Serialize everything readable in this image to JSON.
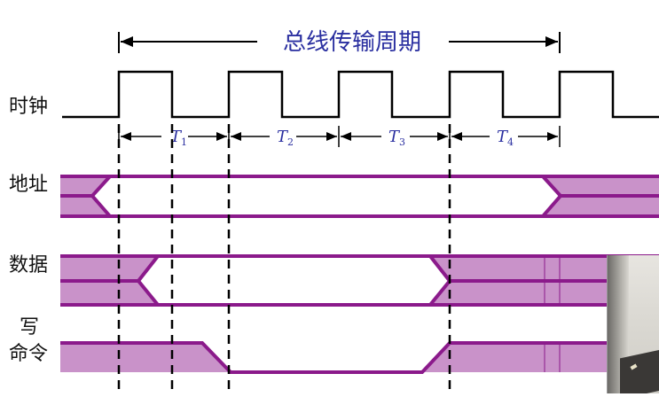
{
  "title": "总线传输周期",
  "signals": {
    "clock": "时钟",
    "address": "地址",
    "data": "数据",
    "write_cmd_line1": "写",
    "write_cmd_line2": "命令"
  },
  "periods": [
    {
      "base": "T",
      "sub": "1"
    },
    {
      "base": "T",
      "sub": "2"
    },
    {
      "base": "T",
      "sub": "3"
    },
    {
      "base": "T",
      "sub": "4"
    }
  ],
  "colors": {
    "bus_fill": "#c992c9",
    "bus_line": "#8b1a8b",
    "label_blue": "#2a2fa0",
    "clock_line": "#000000"
  }
}
